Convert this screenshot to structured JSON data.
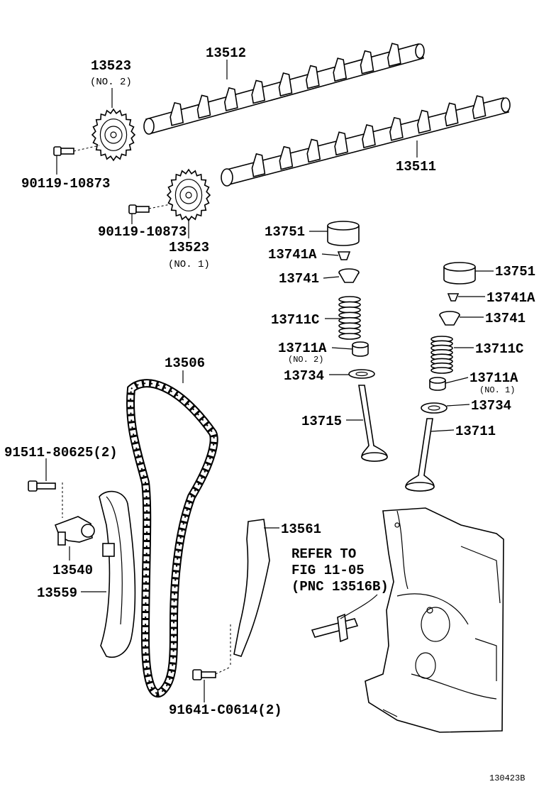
{
  "labels": {
    "sprocket_no2": "13523",
    "sprocket_no2_sub": "(NO. 2)",
    "camshaft_no2": "13512",
    "bolt_upper": "90119-10873",
    "camshaft_no1": "13511",
    "bolt_lower": "90119-10873",
    "sprocket_no1": "13523",
    "sprocket_no1_sub": "(NO. 1)",
    "lifter_left": "13751",
    "keeper_left": "13741A",
    "retainer_left": "13741",
    "spring_left": "13711C",
    "seat_left": "13711A",
    "seat_left_sub": "(NO. 2)",
    "seal_left": "13734",
    "valve_left": "13715",
    "lifter_right": "13751",
    "keeper_right": "13741A",
    "retainer_right": "13741",
    "spring_right": "13711C",
    "seat_right": "13711A",
    "seat_right_sub": "(NO. 1)",
    "seal_right": "13734",
    "valve_right": "13711",
    "chain": "13506",
    "tensioner_bolt": "91511-80625(2)",
    "tensioner": "13540",
    "slipper": "13559",
    "guide": "13561",
    "guide_bolt": "91641-C0614(2)"
  },
  "refer": {
    "line1": "REFER TO",
    "line2": "FIG 11-05",
    "line3": "(PNC 13516B)"
  },
  "figure_code": "130423B"
}
